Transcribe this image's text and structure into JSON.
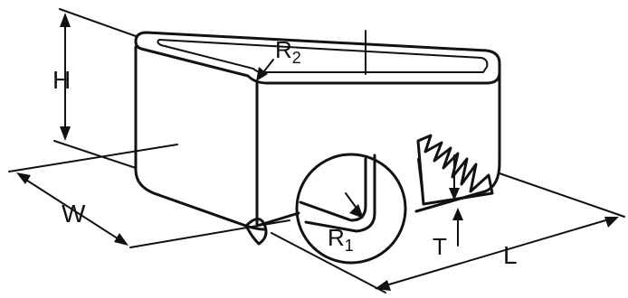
{
  "labels": {
    "height": "H",
    "width": "W",
    "length": "L",
    "thickness": "T",
    "outer_radius": {
      "letter": "R",
      "sub": "2"
    },
    "inner_radius": {
      "letter": "R",
      "sub": "1"
    }
  }
}
